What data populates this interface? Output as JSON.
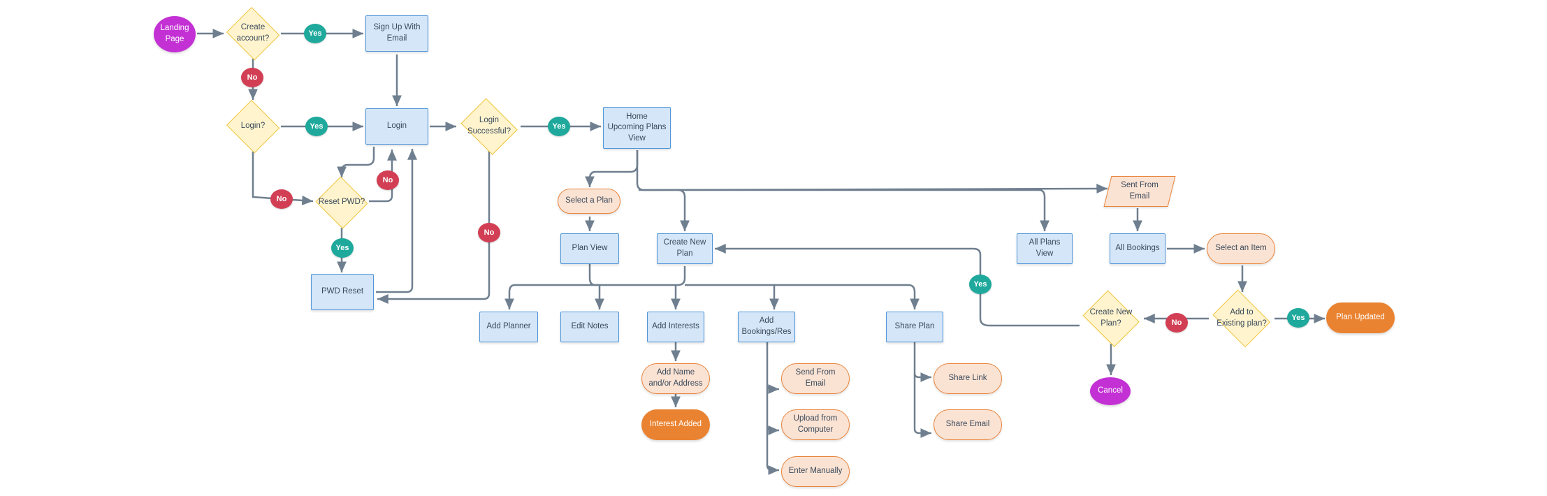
{
  "colors": {
    "connector": "#6f7f8f",
    "process_fill": "#d4e6f8",
    "process_border": "#4f95d8",
    "decision_fill": "#fff4ce",
    "decision_border": "#f0c43a",
    "terminal_fill": "#fbe3d4",
    "terminal_border": "#e9843a",
    "result_fill": "#ea8331",
    "start_fill": "#c331d4",
    "yes_badge": "#1ea99c",
    "no_badge": "#d23f54"
  },
  "nodes": [
    {
      "id": "landing",
      "shape": "oval",
      "label": "Landing\nPage"
    },
    {
      "id": "create_account",
      "shape": "diamond",
      "label": "Create\naccount?"
    },
    {
      "id": "signup",
      "shape": "rect",
      "label": "Sign Up With\nEmail"
    },
    {
      "id": "login_q",
      "shape": "diamond",
      "label": "Login?"
    },
    {
      "id": "login",
      "shape": "rect",
      "label": "Login"
    },
    {
      "id": "login_success",
      "shape": "diamond",
      "label": "Login\nSuccessful?"
    },
    {
      "id": "home",
      "shape": "rect",
      "label": "Home\nUpcoming Plans\nView"
    },
    {
      "id": "reset_pwd",
      "shape": "diamond",
      "label": "Reset PWD?"
    },
    {
      "id": "pwd_reset",
      "shape": "rect",
      "label": "PWD Reset"
    },
    {
      "id": "select_plan",
      "shape": "pill",
      "label": "Select a Plan"
    },
    {
      "id": "plan_view",
      "shape": "rect",
      "label": "Plan View"
    },
    {
      "id": "create_plan",
      "shape": "rect",
      "label": "Create New\nPlan"
    },
    {
      "id": "all_plans",
      "shape": "rect",
      "label": "All Plans\nView"
    },
    {
      "id": "sent_email",
      "shape": "parallelogram",
      "label": "Sent From\nEmail"
    },
    {
      "id": "all_bookings",
      "shape": "rect",
      "label": "All Bookings"
    },
    {
      "id": "select_item",
      "shape": "pill",
      "label": "Select an Item"
    },
    {
      "id": "add_planner",
      "shape": "rect",
      "label": "Add Planner"
    },
    {
      "id": "edit_notes",
      "shape": "rect",
      "label": "Edit Notes"
    },
    {
      "id": "add_interests",
      "shape": "rect",
      "label": "Add Interests"
    },
    {
      "id": "add_bookings",
      "shape": "rect",
      "label": "Add\nBookings/Res"
    },
    {
      "id": "share_plan",
      "shape": "rect",
      "label": "Share Plan"
    },
    {
      "id": "add_existing",
      "shape": "diamond",
      "label": "Add to\nExisting plan?"
    },
    {
      "id": "plan_updated",
      "shape": "pill-solid",
      "label": "Plan Updated"
    },
    {
      "id": "create_new_q",
      "shape": "diamond",
      "label": "Create New\nPlan?"
    },
    {
      "id": "cancel",
      "shape": "oval",
      "label": "Cancel"
    },
    {
      "id": "add_name",
      "shape": "pill",
      "label": "Add Name\nand/or Address"
    },
    {
      "id": "interest_added",
      "shape": "pill-solid",
      "label": "Interest Added"
    },
    {
      "id": "send_from_email",
      "shape": "pill",
      "label": "Send From Email"
    },
    {
      "id": "upload_computer",
      "shape": "pill",
      "label": "Upload from\nComputer"
    },
    {
      "id": "enter_manually",
      "shape": "pill",
      "label": "Enter Manually"
    },
    {
      "id": "share_link",
      "shape": "pill",
      "label": "Share Link"
    },
    {
      "id": "share_email",
      "shape": "pill",
      "label": "Share Email"
    }
  ],
  "badges": [
    {
      "id": "b1",
      "text": "Yes"
    },
    {
      "id": "b2",
      "text": "No"
    },
    {
      "id": "b3",
      "text": "Yes"
    },
    {
      "id": "b4",
      "text": "Yes"
    },
    {
      "id": "b5",
      "text": "No"
    },
    {
      "id": "b6",
      "text": "No"
    },
    {
      "id": "b7",
      "text": "Yes"
    },
    {
      "id": "b8",
      "text": "No"
    },
    {
      "id": "b9",
      "text": "Yes"
    },
    {
      "id": "b10",
      "text": "Yes"
    },
    {
      "id": "b11",
      "text": "No"
    }
  ]
}
